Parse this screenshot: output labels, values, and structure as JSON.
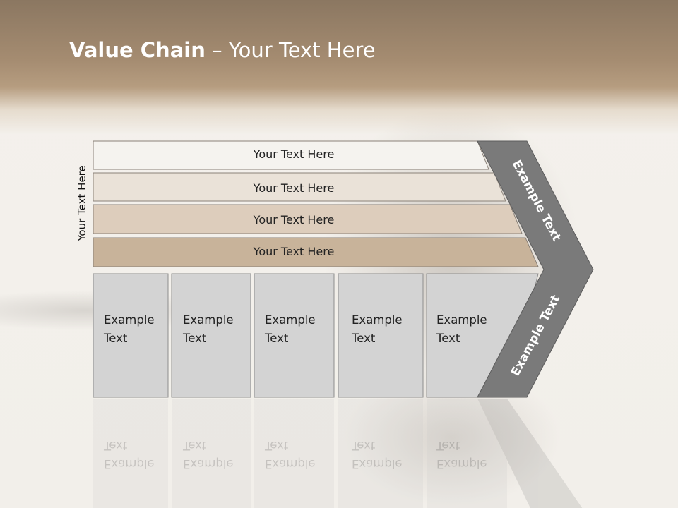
{
  "title": {
    "bold": "Value Chain",
    "rest": " – Your Text Here"
  },
  "side_label": "Your Text Here",
  "bars": [
    {
      "label": "Your Text Here",
      "color": "#f5f3ef"
    },
    {
      "label": "Your Text Here",
      "color": "#eae2d8"
    },
    {
      "label": "Your Text Here",
      "color": "#ddcdbc"
    },
    {
      "label": "Your Text Here",
      "color": "#c8b39a"
    }
  ],
  "boxes": [
    {
      "line1": "Example",
      "line2": "Text"
    },
    {
      "line1": "Example",
      "line2": "Text"
    },
    {
      "line1": "Example",
      "line2": "Text"
    },
    {
      "line1": "Example",
      "line2": "Text"
    },
    {
      "line1": "Example",
      "line2": "Text"
    }
  ],
  "chevron": {
    "upper_label": "Example Text",
    "lower_label": "Example Text"
  },
  "colors": {
    "box_fill": "#d3d3d3",
    "chevron_fill": "#7a7a7a",
    "header": "#9b8368"
  }
}
